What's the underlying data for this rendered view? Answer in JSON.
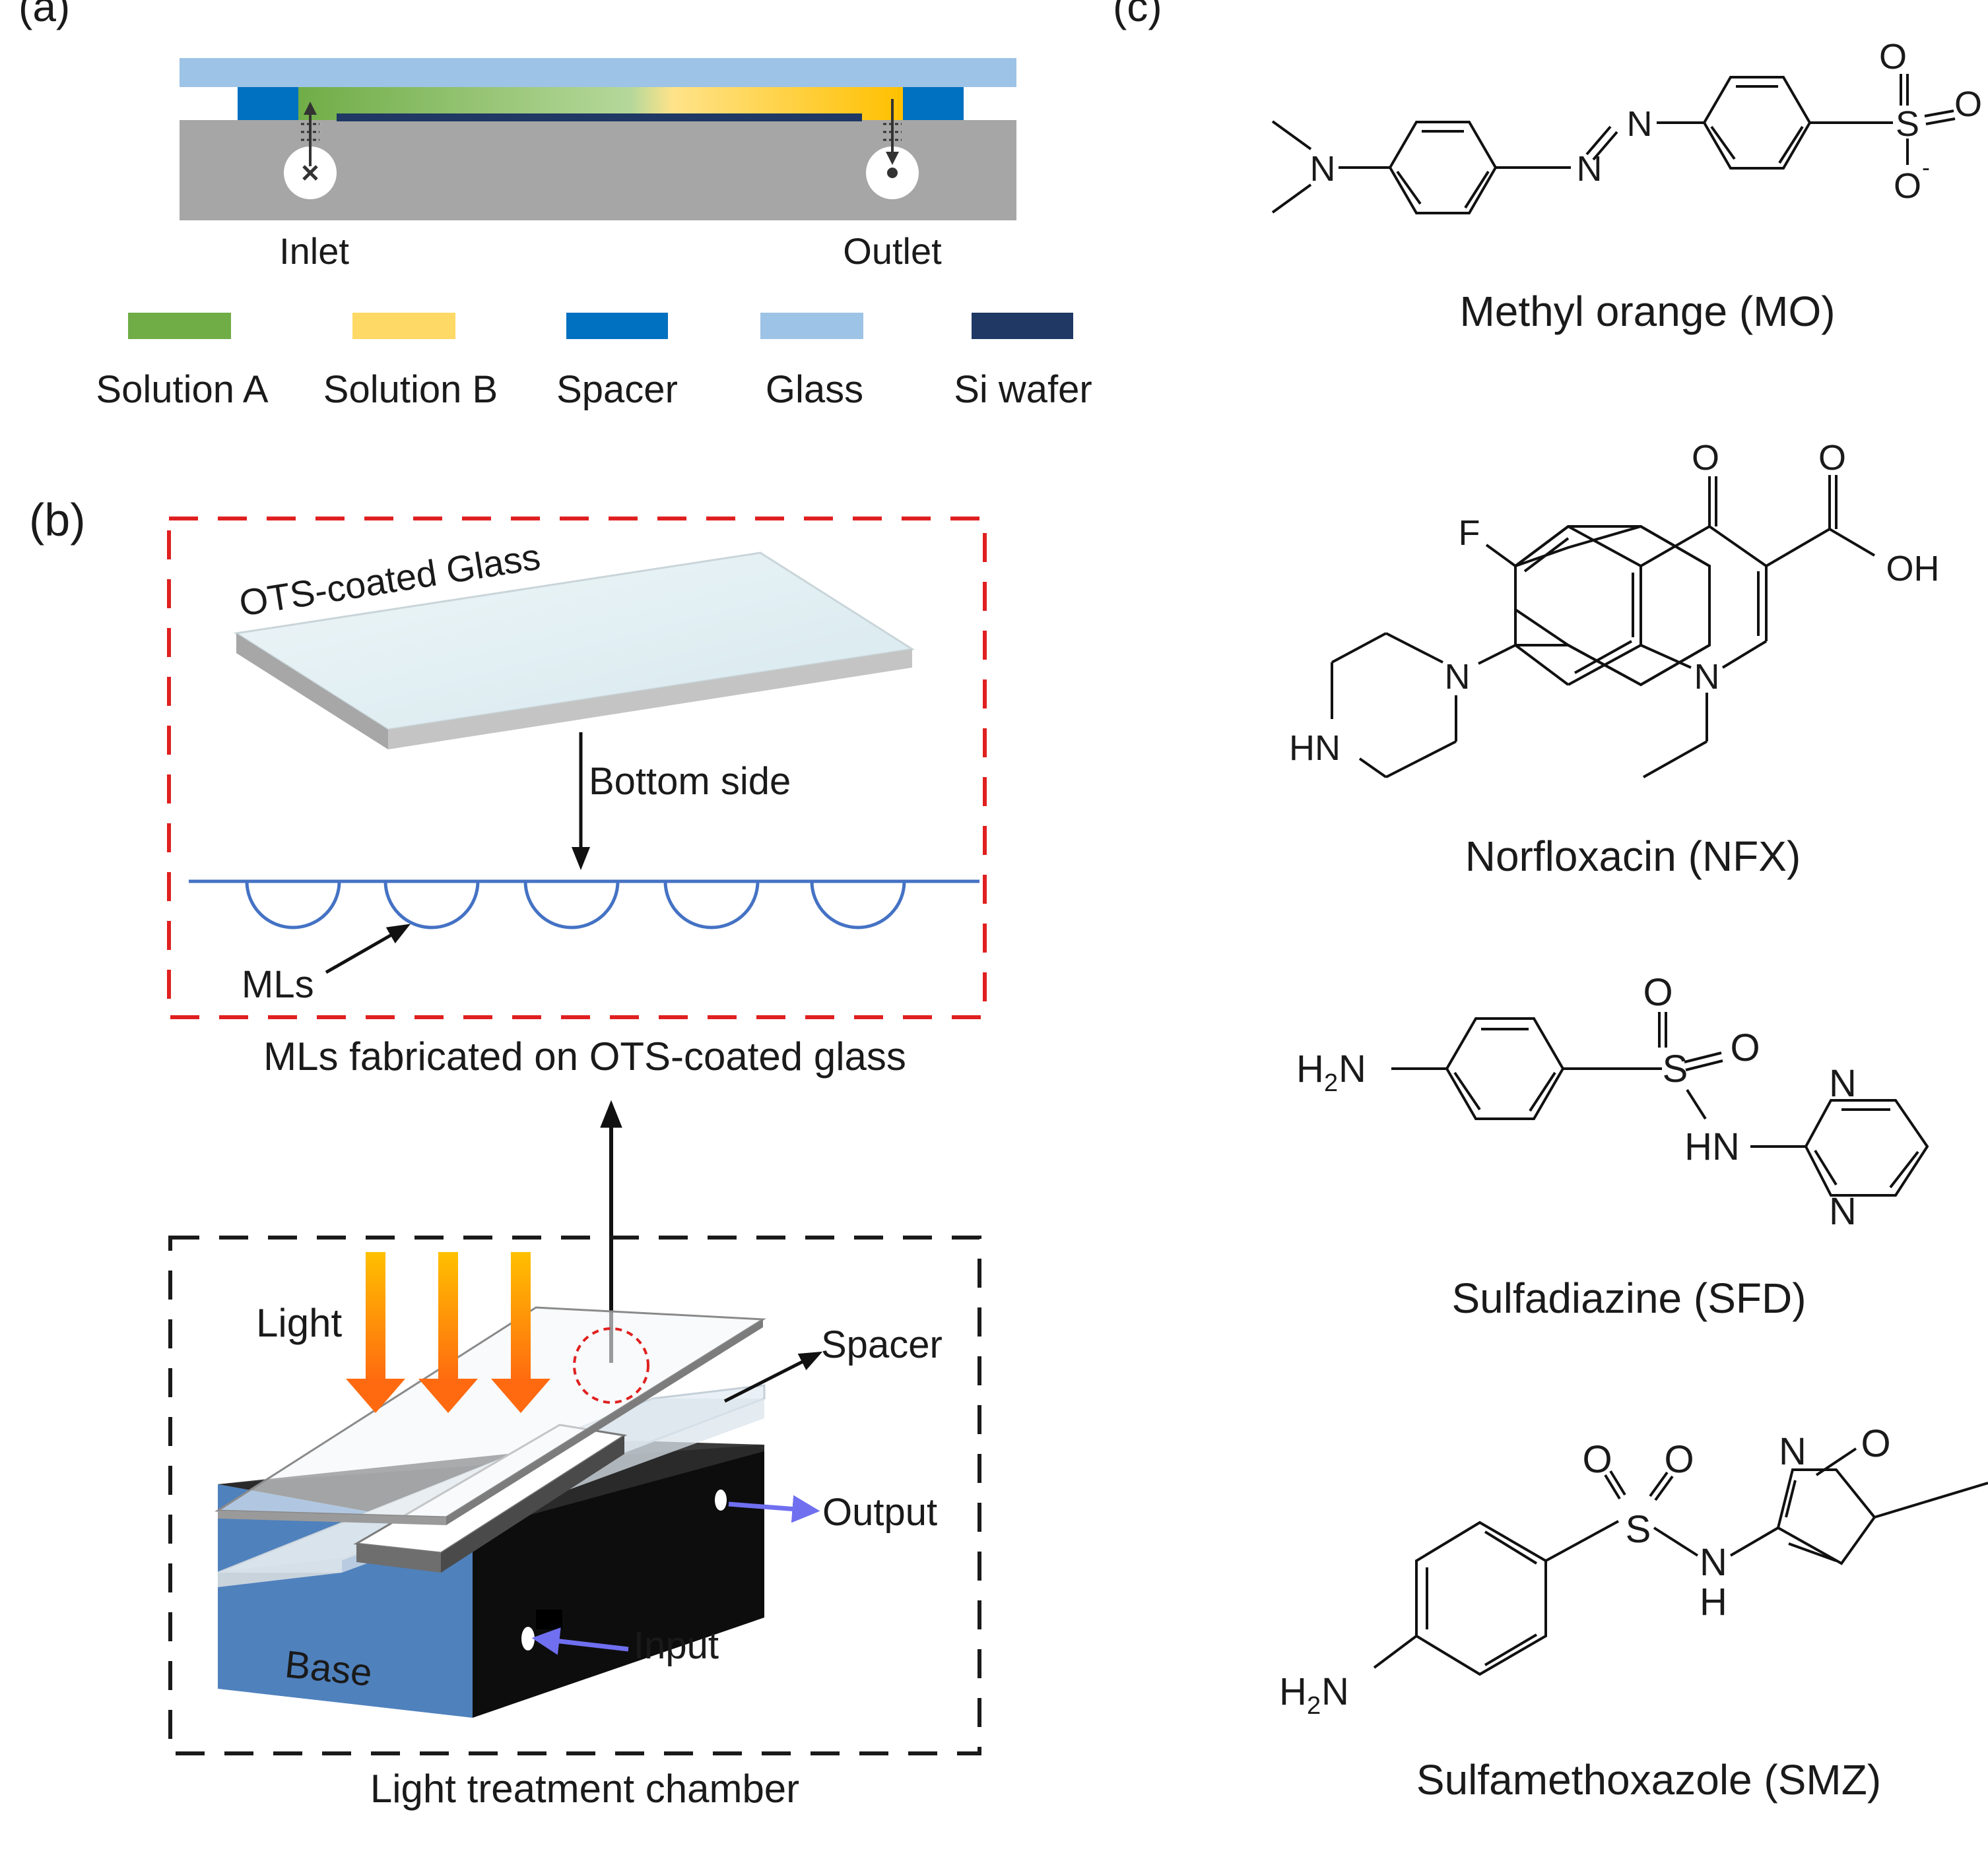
{
  "panels": {
    "a": {
      "label": "(a)",
      "inlet": "Inlet",
      "outlet": "Outlet",
      "legend": [
        {
          "label": "Solution A",
          "color": "#70ad47"
        },
        {
          "label": "Solution B",
          "color": "#ffd966"
        },
        {
          "label": "Spacer",
          "color": "#0070c0"
        },
        {
          "label": "Glass",
          "color": "#9dc3e6"
        },
        {
          "label": "Si wafer",
          "color": "#1f3864"
        }
      ]
    },
    "b": {
      "label": "(b)",
      "glass_label": "OTS-coated Glass",
      "bottom_side": "Bottom side",
      "mls": "MLs",
      "top_caption": "MLs fabricated on OTS-coated glass",
      "light": "Light",
      "spacer": "Spacer",
      "output": "Output",
      "input": "Input",
      "base": "Base",
      "bottom_caption": "Light treatment chamber"
    },
    "c": {
      "label": "(c)",
      "mo": {
        "name": "Methyl orange (MO)",
        "atoms": {
          "n_amine": "N",
          "n_azo1": "N",
          "n_azo2": "N",
          "s": "S",
          "o1": "O",
          "o2": "O",
          "o3": "O",
          "charge": "-"
        }
      },
      "nfx": {
        "name": "Norfloxacin (NFX)",
        "atoms": {
          "f": "F",
          "o_keto": "O",
          "o_acid": "O",
          "oh": "OH",
          "n_pip": "N",
          "hn": "HN",
          "n_ring": "N"
        }
      },
      "sfd": {
        "name": "Sulfadiazine (SFD)",
        "atoms": {
          "h": "H",
          "sub2": "2",
          "n_amino": "N",
          "s": "S",
          "o1": "O",
          "o2": "O",
          "hn": "HN",
          "n1": "N",
          "n2": "N"
        }
      },
      "smz": {
        "name": "Sulfamethoxazole (SMZ)",
        "atoms": {
          "h": "H",
          "sub2": "2",
          "n_amino": "N",
          "s": "S",
          "o1": "O",
          "o2": "O",
          "n": "N",
          "nh_h": "H",
          "n_iso": "N",
          "o_iso": "O"
        }
      }
    }
  },
  "colors": {
    "wafer_gray": "#a6a6a6",
    "red_dash": "#e02020",
    "black_dash": "#1a1a1a",
    "ml_blue": "#4472c4",
    "orange": "#ff7a12",
    "input_arrow": "#7b7bf2",
    "base_blue": "#4f81bd"
  }
}
